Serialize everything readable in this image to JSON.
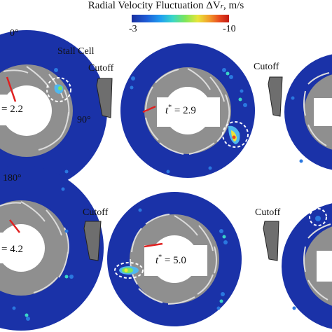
{
  "title": "Radial Velocity Fluctuation ΔV",
  "title_sub": "r",
  "title_unit": ", m/s",
  "colorbar": {
    "min_label": "-3",
    "max_label": "-10",
    "colors": [
      "#1a2f9f",
      "#1e5bd6",
      "#1fa0f0",
      "#39d6c8",
      "#7ee65a",
      "#e9e53a",
      "#f29a2a",
      "#e84a1f",
      "#c21a14"
    ]
  },
  "angles": {
    "a0": "0°",
    "a90": "90°",
    "a180": "180°"
  },
  "stall_cell_label": "Stall Cell",
  "cutoff_label": "Cutoff",
  "panels": [
    {
      "time_text": "= 2.2"
    },
    {
      "time_prefix": "t",
      "time_sup": "*",
      "time_text": " = 2.9"
    },
    {
      "time_text": ""
    },
    {
      "time_text": "= 4.2"
    },
    {
      "time_prefix": "t",
      "time_sup": "*",
      "time_text": " = 5.0"
    },
    {
      "time_text": ""
    }
  ],
  "colors": {
    "field": "#1a32a8",
    "impeller": "#8f8f8f",
    "blade": "#dcdcdc",
    "hub": "#ffffff",
    "cutoff": "#6e6e6e"
  }
}
